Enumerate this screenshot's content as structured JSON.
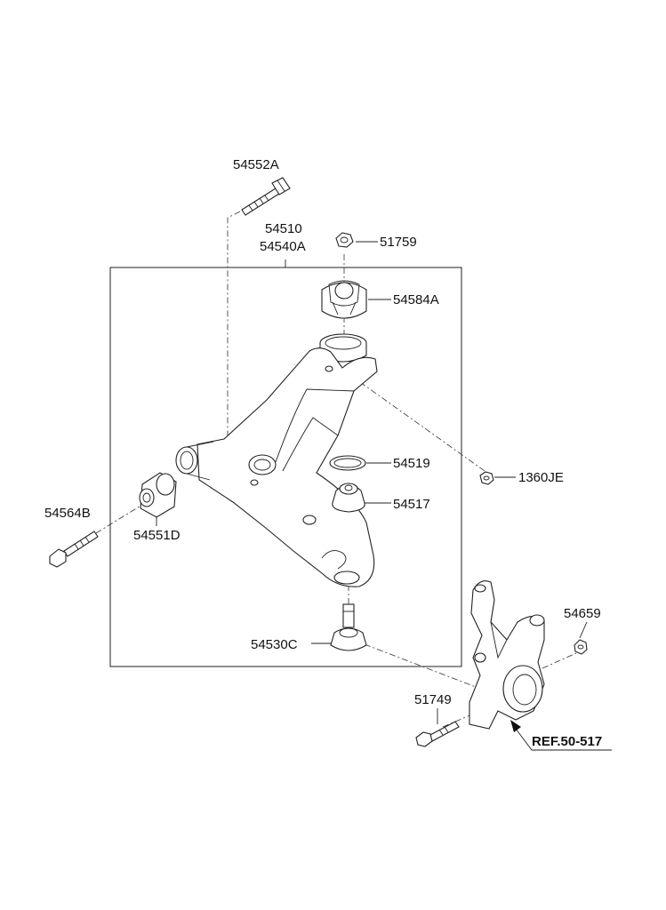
{
  "labels": {
    "p54552A": "54552A",
    "p54510": "54510",
    "p54540A": "54540A",
    "p51759": "51759",
    "p54584A": "54584A",
    "p54519": "54519",
    "p1360JE": "1360JE",
    "p54517": "54517",
    "p54564B": "54564B",
    "p54551D": "54551D",
    "p54530C": "54530C",
    "p54659": "54659",
    "p51749": "51749",
    "ref": "REF.50-517"
  }
}
